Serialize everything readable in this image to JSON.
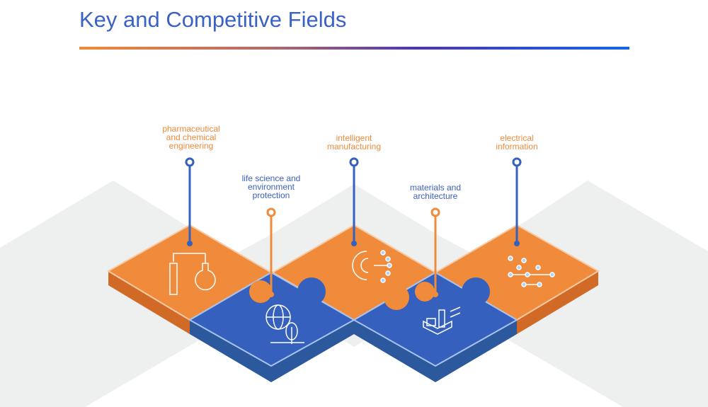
{
  "header": {
    "title": "Key and Competitive Fields"
  },
  "fields": [
    {
      "label_lines": [
        "pharmaceutical",
        "and chemical",
        "engineering"
      ],
      "icon": "chemistry-flask-icon",
      "color": "#ee8a3a"
    },
    {
      "label_lines": [
        "life science and",
        "environment",
        "protection"
      ],
      "icon": "globe-tree-icon",
      "color": "#3a5fc0"
    },
    {
      "label_lines": [
        "intelligent",
        "manufacturing"
      ],
      "icon": "gear-circuit-icon",
      "color": "#ee8a3a"
    },
    {
      "label_lines": [
        "materials and",
        "architecture"
      ],
      "icon": "buildings-icon",
      "color": "#3a5fc0"
    },
    {
      "label_lines": [
        "electrical",
        "information"
      ],
      "icon": "circuit-icon",
      "color": "#ee8a3a"
    }
  ],
  "colors": {
    "orange": "#ee8a3a",
    "blue": "#3560bd",
    "gray": "#eef0ef"
  }
}
